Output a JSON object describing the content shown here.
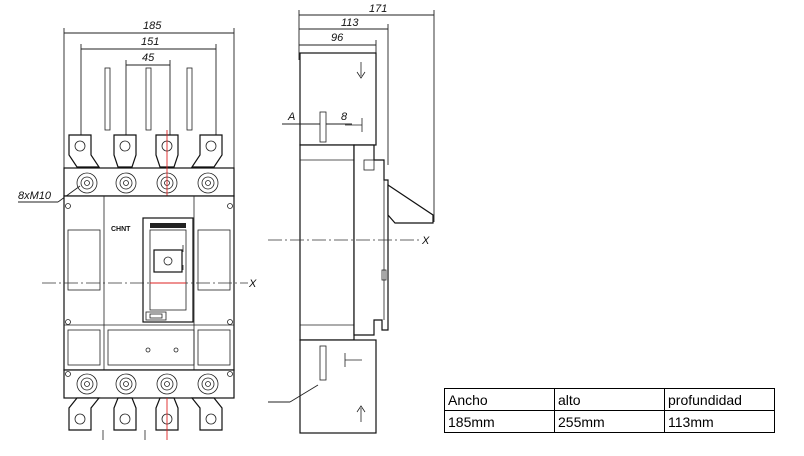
{
  "front_view": {
    "dim_total_width": "185",
    "dim_pole_span": "151",
    "dim_pole_pitch": "45",
    "terminal_label": "8xM10",
    "brand": "CHNT",
    "axis_label": "X"
  },
  "side_view": {
    "dim_total_depth": "171",
    "dim_body_depth": "113",
    "dim_front_depth": "96",
    "dim_a_label": "A",
    "dim_8": "8",
    "axis_label": "X"
  },
  "spec_table": {
    "headers": [
      "Ancho",
      "alto",
      "profundidad"
    ],
    "values": [
      "185mm",
      "255mm",
      "113mm"
    ]
  }
}
